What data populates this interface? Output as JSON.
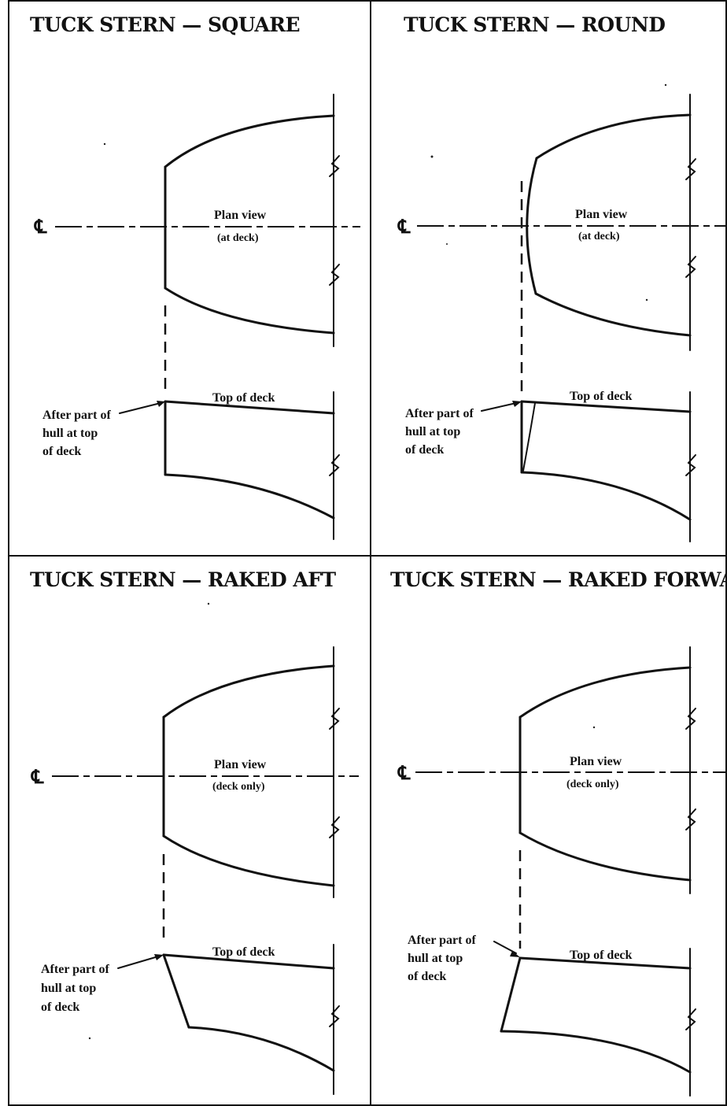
{
  "panels": [
    {
      "title": "TUCK STERN — SQUARE",
      "cl_symbol": "℄",
      "plan_label_1": "Plan view",
      "plan_label_2": "(at deck)",
      "deck_label": "Top of deck",
      "note_line_1": "After part of",
      "note_line_2": "hull at top",
      "note_line_3": "of deck"
    },
    {
      "title": "TUCK STERN — ROUND",
      "cl_symbol": "℄",
      "plan_label_1": "Plan view",
      "plan_label_2": "(at deck)",
      "deck_label": "Top of deck",
      "note_line_1": "After part of",
      "note_line_2": "hull at top",
      "note_line_3": "of deck"
    },
    {
      "title": "TUCK STERN — RAKED AFT",
      "cl_symbol": "℄",
      "plan_label_1": "Plan view",
      "plan_label_2": "(deck only)",
      "deck_label": "Top of deck",
      "note_line_1": "After part of",
      "note_line_2": "hull at top",
      "note_line_3": "of deck"
    },
    {
      "title": "TUCK STERN — RAKED FORWARD",
      "cl_symbol": "℄",
      "plan_label_1": "Plan view",
      "plan_label_2": "(deck only)",
      "deck_label": "Top of deck",
      "note_line_1": "After part of",
      "note_line_2": "hull at top",
      "note_line_3": "of deck"
    }
  ]
}
